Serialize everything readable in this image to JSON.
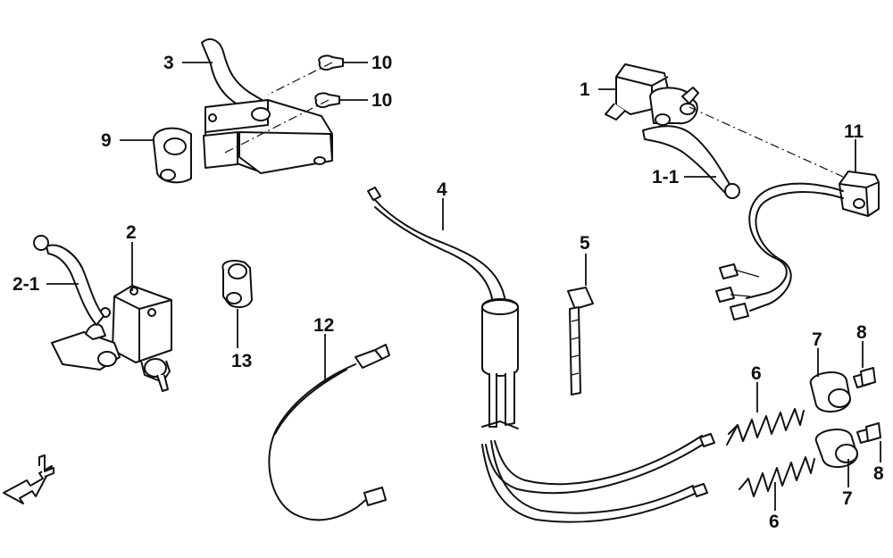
{
  "diagram": {
    "parts": [
      {
        "id": "p1",
        "label": "1"
      },
      {
        "id": "p1_1",
        "label": "1-1"
      },
      {
        "id": "p2",
        "label": "2"
      },
      {
        "id": "p2_1",
        "label": "2-1"
      },
      {
        "id": "p3",
        "label": "3"
      },
      {
        "id": "p4",
        "label": "4"
      },
      {
        "id": "p5",
        "label": "5"
      },
      {
        "id": "p6a",
        "label": "6"
      },
      {
        "id": "p6b",
        "label": "6"
      },
      {
        "id": "p7a",
        "label": "7"
      },
      {
        "id": "p7b",
        "label": "7"
      },
      {
        "id": "p8a",
        "label": "8"
      },
      {
        "id": "p8b",
        "label": "8"
      },
      {
        "id": "p9",
        "label": "9"
      },
      {
        "id": "p10a",
        "label": "10"
      },
      {
        "id": "p10b",
        "label": "10"
      },
      {
        "id": "p11",
        "label": "11"
      },
      {
        "id": "p12",
        "label": "12"
      },
      {
        "id": "p13",
        "label": "13"
      }
    ],
    "direction_marker": {
      "letter": "F",
      "icon": "front-direction-arrow-icon"
    }
  }
}
